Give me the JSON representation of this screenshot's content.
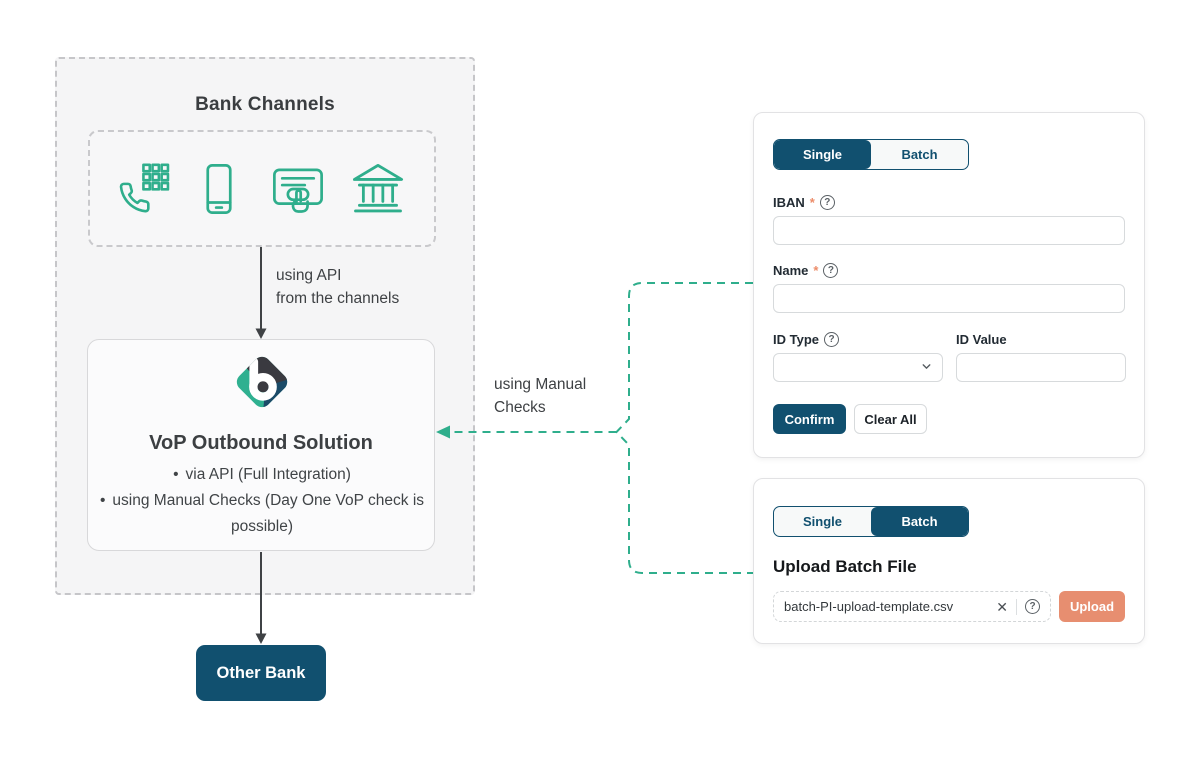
{
  "colors": {
    "accent_green": "#2FAE8C",
    "dark_blue": "#11506F",
    "upload_orange": "#E78E70",
    "required_asterisk": "#EC8C69",
    "arrow_dark": "#3F4245"
  },
  "diagram": {
    "bank_channels_title": "Bank Channels",
    "channel_icons": [
      "phone-keypad-icon",
      "smartphone-icon",
      "payment-terminal-icon",
      "bank-building-icon"
    ],
    "api_label_line1": "using API",
    "api_label_line2": "from the channels",
    "vop_title": "VoP Outbound Solution",
    "vop_bullet_marker": "•",
    "vop_bullet1": "via API (Full Integration)",
    "vop_bullet2": "using Manual Checks (Day One VoP check is possible)",
    "manual_label_line1": "using Manual",
    "manual_label_line2": "Checks",
    "other_bank_label": "Other Bank"
  },
  "panel_single": {
    "tabs": [
      {
        "label": "Single",
        "active": true
      },
      {
        "label": "Batch",
        "active": false
      }
    ],
    "required_mark": "*",
    "iban_label": "IBAN",
    "iban_value": "",
    "name_label": "Name",
    "name_value": "",
    "id_type_label": "ID Type",
    "id_type_value": "",
    "id_value_label": "ID Value",
    "id_value_value": "",
    "confirm_label": "Confirm",
    "clear_label": "Clear All"
  },
  "panel_batch": {
    "tabs": [
      {
        "label": "Single",
        "active": false
      },
      {
        "label": "Batch",
        "active": true
      }
    ],
    "heading": "Upload Batch File",
    "file_name": "batch-PI-upload-template.csv",
    "upload_label": "Upload"
  },
  "glyphs": {
    "help": "?",
    "close": "✕"
  }
}
